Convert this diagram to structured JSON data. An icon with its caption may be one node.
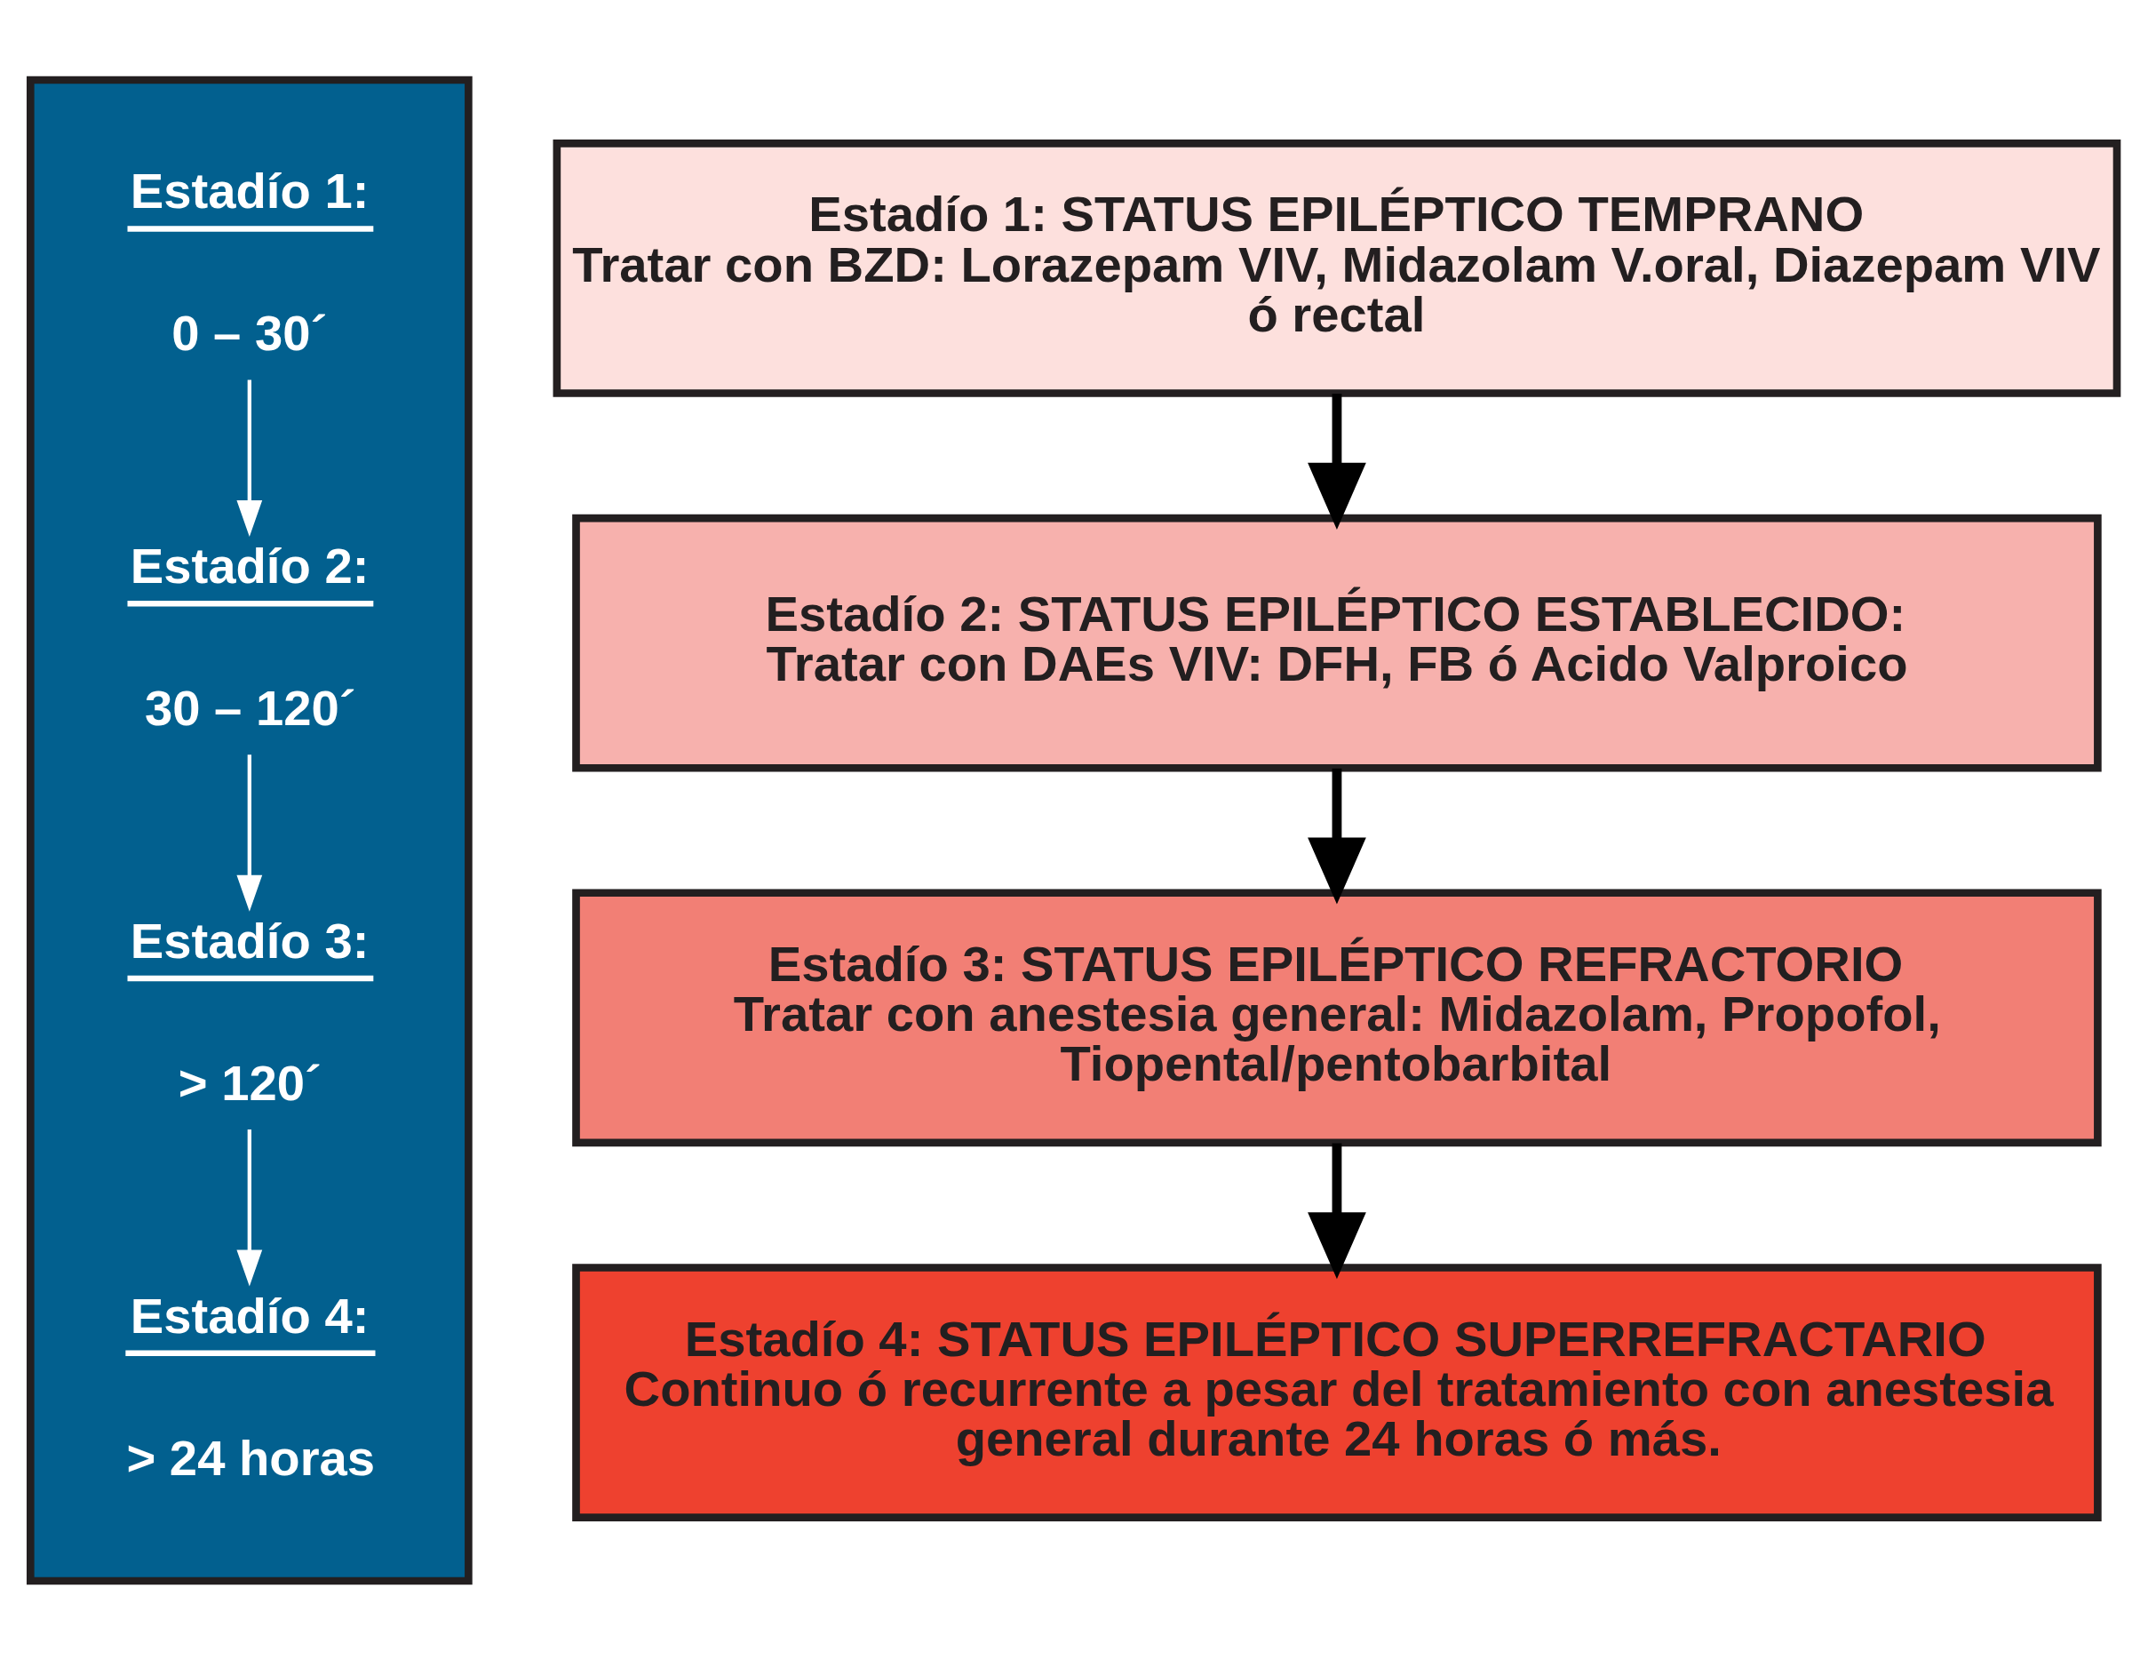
{
  "diagram": {
    "nodes": [
      {
        "text": [],
        "shape": "box"
      },
      {
        "text": [
          "Estadío 1:",
          "0 – 30´"
        ],
        "in": 0
      },
      {
        "text": [
          "Estadío 2:",
          "30 – 120´"
        ],
        "in": 0
      },
      {
        "text": [
          "Estadío 3:",
          "> 120´"
        ],
        "in": 0
      },
      {
        "text": [
          "Estadío 4:",
          "> 24 horas"
        ],
        "in": 0
      },
      {
        "text": [
          "Estadío 1: STATUS EPILÉPTICO TEMPRANO",
          "Tratar con BZD: Lorazepam VIV, Midazolam V.oral, Diazepam VIV ó rectal"
        ]
      },
      {
        "text": [
          "Estadío 2: STATUS EPILÉPTICO ESTABLECIDO:",
          "Tratar con DAEs VIV: DFH, FB ó Acido Valproico"
        ]
      },
      {
        "text": [
          "Estadío 3: STATUS EPILÉPTICO REFRACTORIO",
          "Tratar con anestesia general: Midazolam, Propofol, Tiopental/pentobarbital"
        ]
      },
      {
        "text": [
          "Estadío 4: STATUS EPILÉPTICO SUPERREFRACTARIO",
          "Continuo ó recurrente a pesar del tratamiento con anestesia general durante 24 horas ó más."
        ]
      }
    ],
    "edges": [
      {
        "from": 1,
        "to": 2,
        "arrow": "to",
        "color": "#ffffff"
      },
      {
        "from": 2,
        "to": 3,
        "arrow": "to",
        "color": "#ffffff"
      },
      {
        "from": 3,
        "to": 4,
        "arrow": "to",
        "color": "#ffffff"
      },
      {
        "from": 5,
        "to": 6,
        "arrow": "to",
        "style": "thick",
        "color": "#000000"
      },
      {
        "from": 6,
        "to": 7,
        "arrow": "to",
        "style": "thick",
        "color": "#000000"
      },
      {
        "from": 7,
        "to": 8,
        "arrow": "to",
        "style": "thick",
        "color": "#000000"
      }
    ]
  }
}
